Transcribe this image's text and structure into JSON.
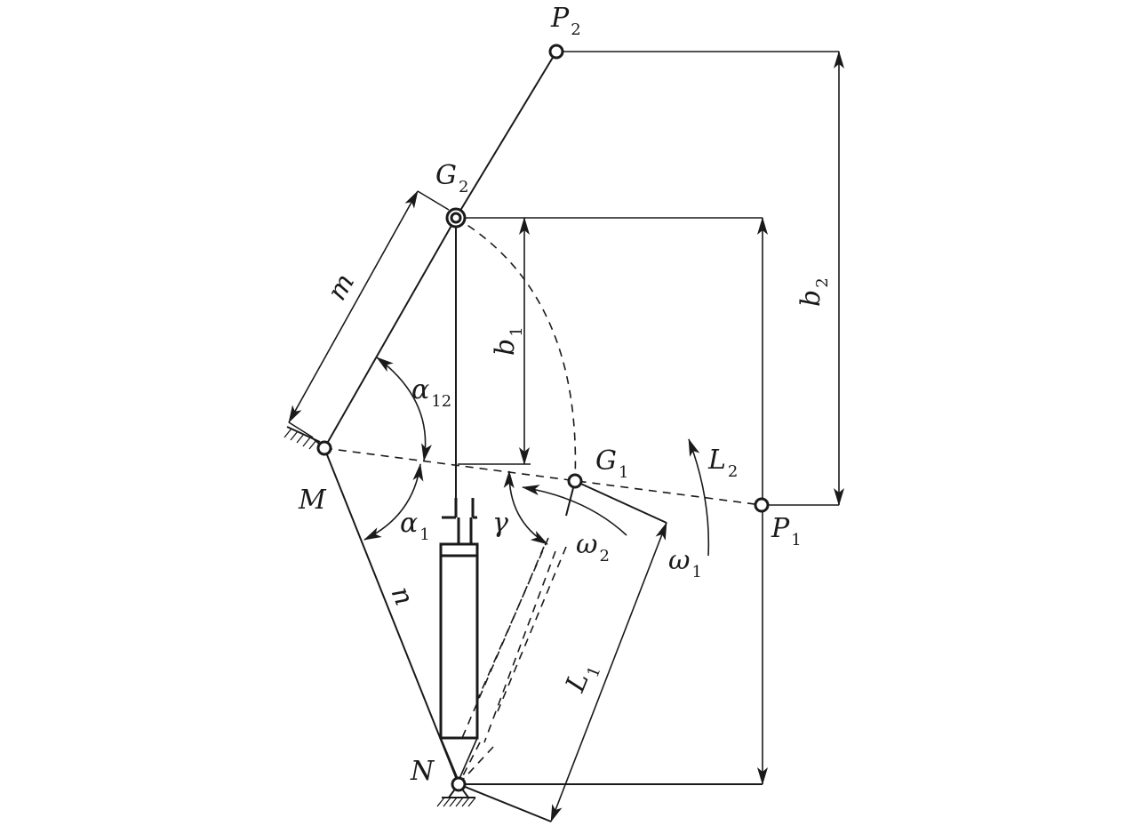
{
  "labels": {
    "P2": {
      "main": "P",
      "sub": "2"
    },
    "G2": {
      "main": "G",
      "sub": "2"
    },
    "G1": {
      "main": "G",
      "sub": "1"
    },
    "P1": {
      "main": "P",
      "sub": "1"
    },
    "M": {
      "main": "M"
    },
    "N": {
      "main": "N"
    },
    "m": {
      "main": "m"
    },
    "n": {
      "main": "n"
    },
    "b1": {
      "main": "b",
      "sub": "1"
    },
    "b2": {
      "main": "b",
      "sub": "2"
    },
    "L1": {
      "main": "L",
      "sub": "1"
    },
    "L2": {
      "main": "L",
      "sub": "2"
    },
    "alpha12": {
      "main": "α",
      "sub": "12"
    },
    "alpha1": {
      "main": "α",
      "sub": "1"
    },
    "gamma": {
      "main": "γ"
    },
    "omega1": {
      "main": "ω",
      "sub": "1"
    },
    "omega2": {
      "main": "ω",
      "sub": "2"
    }
  }
}
